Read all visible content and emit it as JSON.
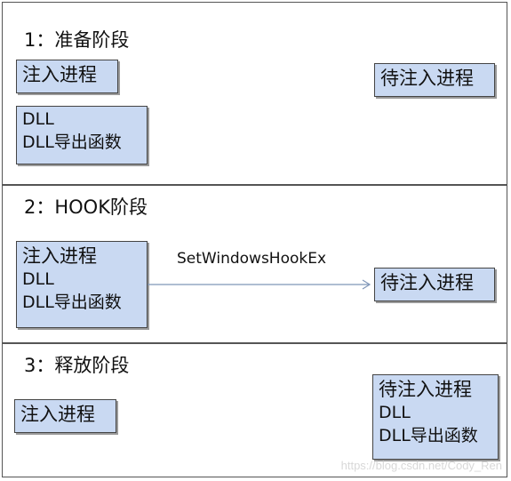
{
  "stage1": {
    "title": "1：准备阶段",
    "injector": "注入进程",
    "target": "待注入进程",
    "dll": [
      "DLL",
      "DLL导出函数"
    ]
  },
  "stage2": {
    "title": "2：HOOK阶段",
    "injector": [
      "注入进程",
      "DLL",
      "DLL导出函数"
    ],
    "arrow_label": "SetWindowsHookEx",
    "target": "待注入进程"
  },
  "stage3": {
    "title": "3：释放阶段",
    "injector": "注入进程",
    "target": [
      "待注入进程",
      "DLL",
      "DLL导出函数"
    ]
  },
  "watermark": "https://blog.csdn.net/Cody_Ren",
  "colors": {
    "box_fill": "#c9d9f2",
    "border": "#444444",
    "arrow": "#7f96b8"
  }
}
